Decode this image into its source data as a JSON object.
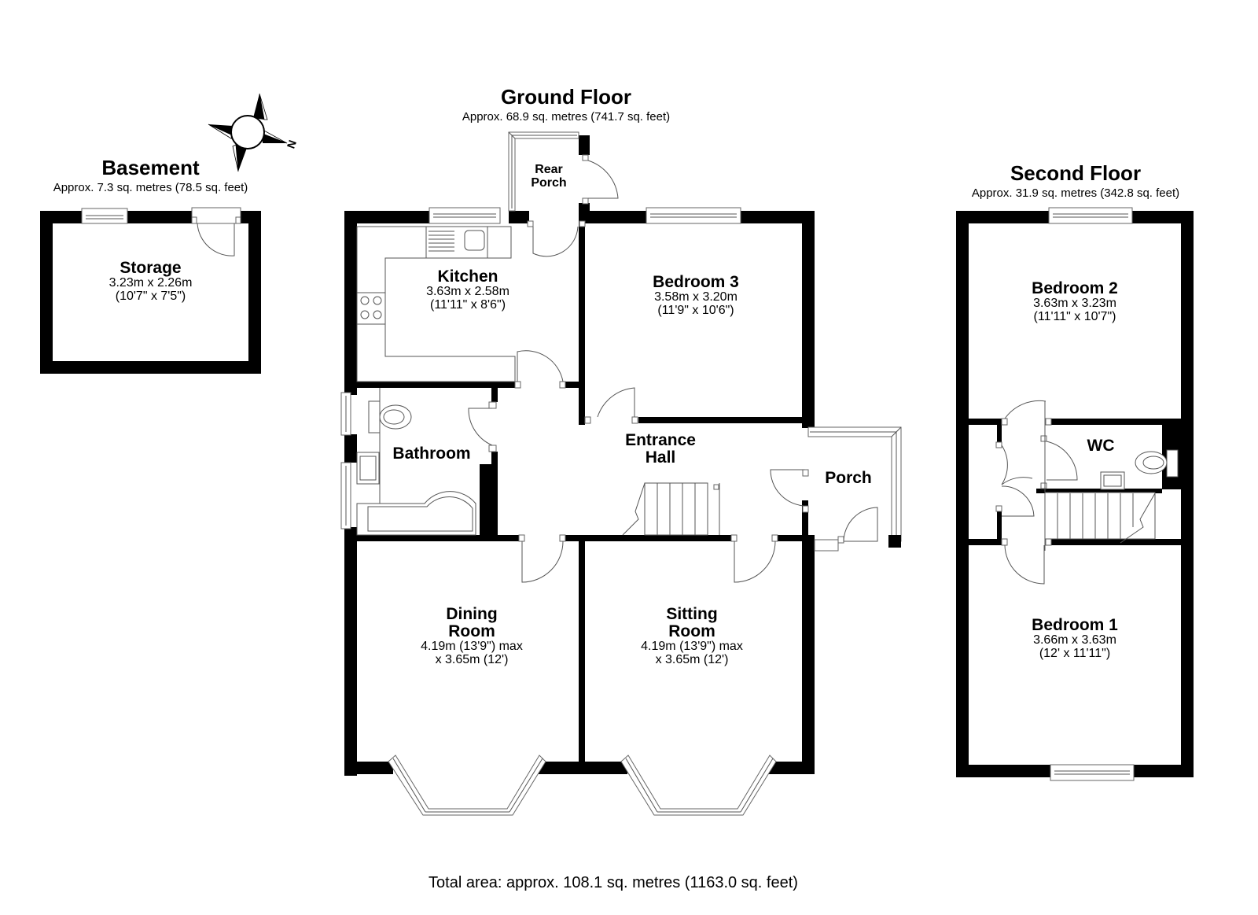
{
  "floors": {
    "basement": {
      "title": "Basement",
      "area": "Approx. 7.3 sq. metres (78.5 sq. feet)",
      "rooms": [
        {
          "name": "Storage",
          "dim1": "3.23m x 2.26m",
          "dim2": "(10'7\" x 7'5\")"
        }
      ]
    },
    "ground": {
      "title": "Ground Floor",
      "area": "Approx. 68.9 sq. metres (741.7 sq. feet)",
      "rooms": [
        {
          "name": "Rear",
          "name2": "Porch"
        },
        {
          "name": "Kitchen",
          "dim1": "3.63m x 2.58m",
          "dim2": "(11'11\" x 8'6\")"
        },
        {
          "name": "Bedroom 3",
          "dim1": "3.58m x 3.20m",
          "dim2": "(11'9\" x 10'6\")"
        },
        {
          "name": "Bathroom"
        },
        {
          "name": "Entrance",
          "name2": "Hall"
        },
        {
          "name": "Porch"
        },
        {
          "name": "Dining",
          "name2": "Room",
          "dim1": "4.19m (13'9\") max",
          "dim2": "x 3.65m (12')"
        },
        {
          "name": "Sitting",
          "name2": "Room",
          "dim1": "4.19m (13'9\") max",
          "dim2": "x 3.65m (12')"
        }
      ]
    },
    "second": {
      "title": "Second Floor",
      "area": "Approx. 31.9 sq. metres (342.8 sq. feet)",
      "rooms": [
        {
          "name": "Bedroom 2",
          "dim1": "3.63m x 3.23m",
          "dim2": "(11'11\" x 10'7\")"
        },
        {
          "name": "WC"
        },
        {
          "name": "Bedroom 1",
          "dim1": "3.66m x 3.63m",
          "dim2": "(12' x 11'11\")"
        }
      ]
    }
  },
  "compass": {
    "icon": "compass-rose-icon",
    "north_label": "N"
  },
  "total_area": "Total area: approx. 108.1 sq. metres (1163.0 sq. feet)"
}
